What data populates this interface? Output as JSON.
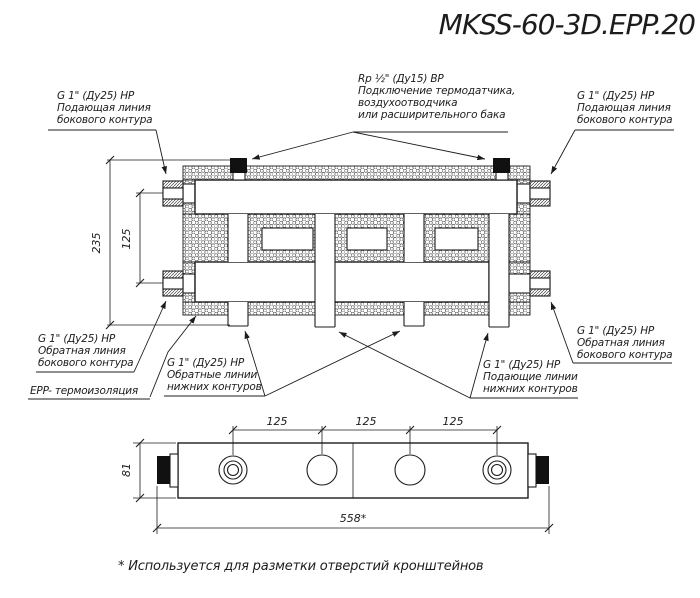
{
  "title": "MKSS-60-3D.EPP.20",
  "callouts": {
    "side_supply_left": {
      "line1": "G 1\" (Ду25) НР",
      "line2": "Подающая линия",
      "line3": "бокового контура"
    },
    "sensor_port": {
      "line1": "Rp ½\" (Ду15) ВР",
      "line2": "Подключение термодатчика,",
      "line3": "воздухоотводчика",
      "line4": "или расширительного бака"
    },
    "side_supply_right": {
      "line1": "G 1\" (Ду25) НР",
      "line2": "Подающая линия",
      "line3": "бокового контура"
    },
    "side_return_left": {
      "line1": "G 1\" (Ду25) НР",
      "line2": "Обратная линия",
      "line3": "бокового контура"
    },
    "insulation": "EPP- термоизоляция",
    "lower_return": {
      "line1": "G 1\" (Ду25) НР",
      "line2": "Обратные линии",
      "line3": "нижних контуров"
    },
    "lower_supply": {
      "line1": "G 1\" (Ду25) НР",
      "line2": "Подающие линии",
      "line3": "нижних контуров"
    },
    "side_return_right": {
      "line1": "G 1\" (Ду25) НР",
      "line2": "Обратная линия",
      "line3": "бокового контура"
    }
  },
  "dimensions": {
    "overall_height": "235",
    "side_port_spacing": "125",
    "bottom_port_spacing": [
      "125",
      "125",
      "125"
    ],
    "body_height": "81",
    "overall_length": "558*"
  },
  "footnote": "* Используется для разметки отверстий кронштейнов",
  "colors": {
    "line": "#1c1c1c",
    "background": "#ffffff",
    "plug": "#111111"
  }
}
